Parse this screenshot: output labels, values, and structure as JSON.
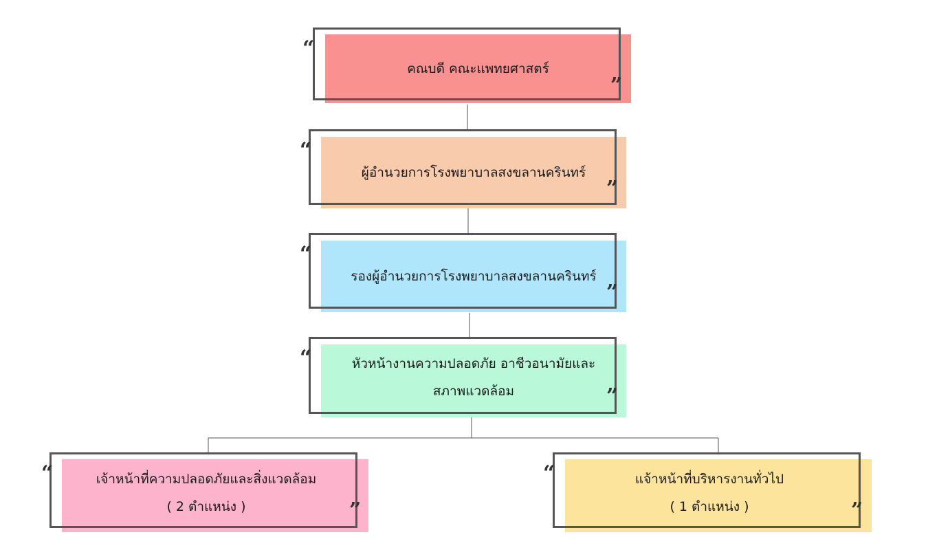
{
  "org_chart": {
    "nodes": [
      {
        "id": "dean",
        "lines": [
          "คณบดี คณะแพทยศาสตร์"
        ],
        "color": "#f99191"
      },
      {
        "id": "hospital-director",
        "lines": [
          "ผู้อำนวยการโรงพยาบาลสงขลานครินทร์"
        ],
        "color": "#f8cbad"
      },
      {
        "id": "deputy-director",
        "lines": [
          "รองผู้อำนวยการโรงพยาบาลสงขลานครินทร์"
        ],
        "color": "#b0e6fb"
      },
      {
        "id": "safety-head",
        "lines": [
          "หัวหน้างานความปลอดภัย อาชีวอนามัยและ",
          "สภาพแวดล้อม"
        ],
        "color": "#b9f9d9"
      },
      {
        "id": "safety-officer",
        "lines": [
          "เจ้าหน้าที่ความปลอดภัยและสิ่งแวดล้อม",
          "( 2 ตำแหน่ง )"
        ],
        "color": "#feb3cd"
      },
      {
        "id": "admin-officer",
        "lines": [
          "แจ้าหน้าที่บริหารงานทั่วไป",
          "( 1 ตำแหน่ง )"
        ],
        "color": "#fde49d"
      }
    ],
    "edges": [
      [
        "dean",
        "hospital-director"
      ],
      [
        "hospital-director",
        "deputy-director"
      ],
      [
        "deputy-director",
        "safety-head"
      ],
      [
        "safety-head",
        "safety-officer"
      ],
      [
        "safety-head",
        "admin-officer"
      ]
    ],
    "quote_open": "“",
    "quote_close": "”"
  }
}
